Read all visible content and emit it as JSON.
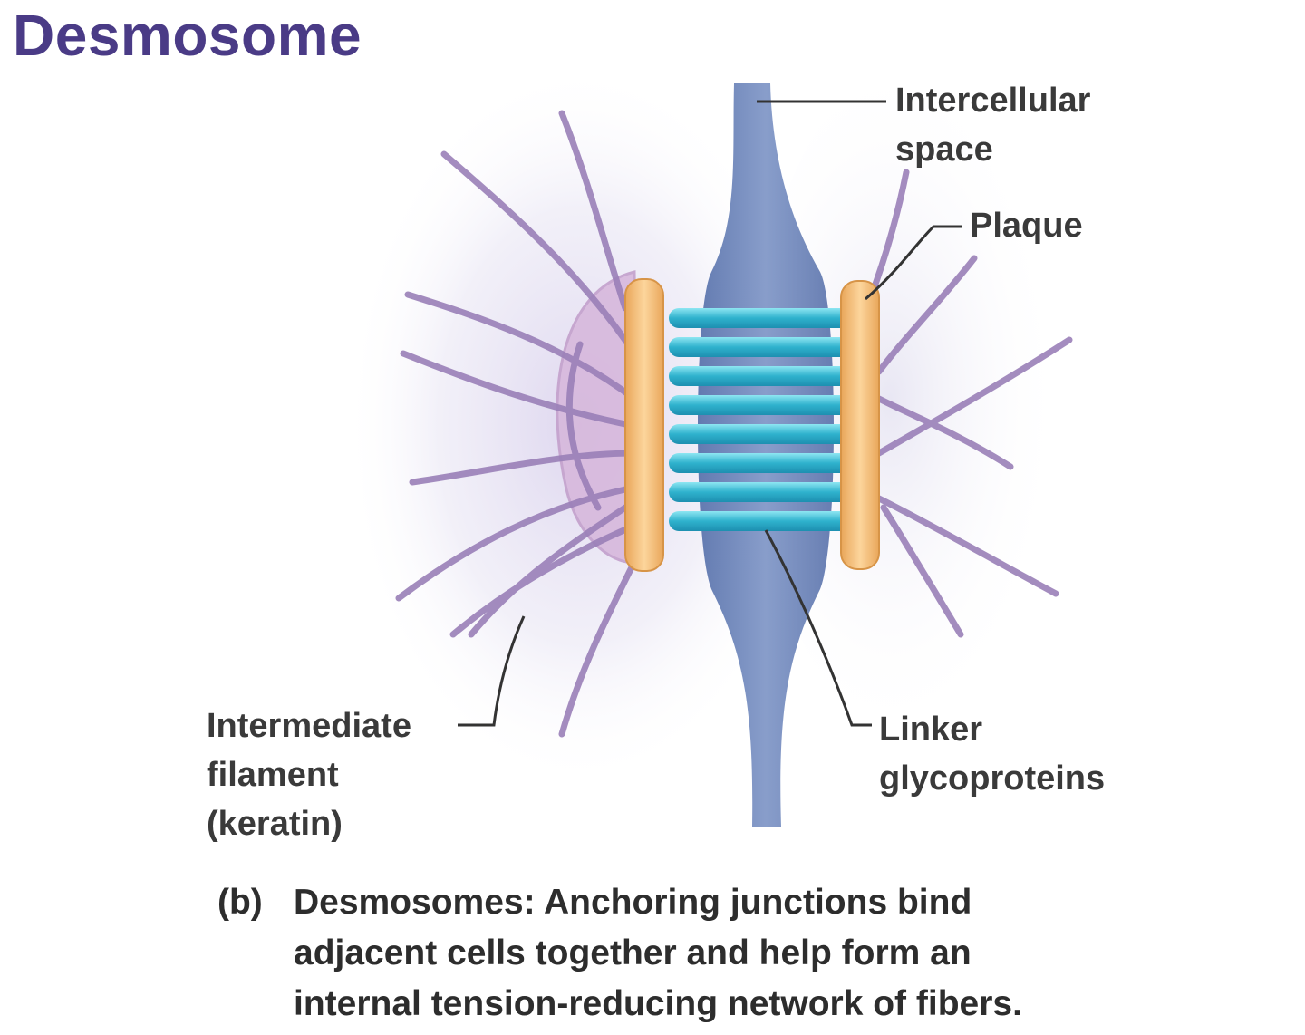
{
  "title": "Desmosome",
  "labels": {
    "intercellular_space": [
      "Intercellular",
      "space"
    ],
    "plaque": "Plaque",
    "intermediate_filament": [
      "Intermediate",
      "filament",
      "(keratin)"
    ],
    "linker_glycoproteins": [
      "Linker",
      "glycoproteins"
    ]
  },
  "caption": {
    "tag": "(b)",
    "term": "Desmosomes:",
    "line1_rest": " Anchoring junctions bind",
    "line2": "adjacent cells together and help form an",
    "line3": "internal tension-reducing network of fibers."
  },
  "colors": {
    "title": "#4a3b86",
    "filament": "#9a80b8",
    "plaque": "#f2bd78",
    "intercellular": "#6f87bb",
    "linker": "#38b8cf"
  }
}
